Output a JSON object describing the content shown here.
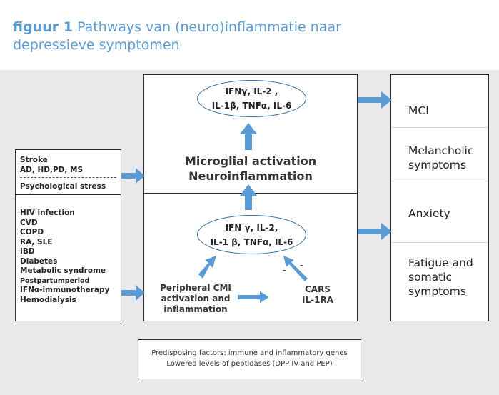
{
  "title": {
    "figure_label": "figuur 1",
    "line1_text": "Pathways van (neuro)inflammatie naar",
    "line2_text": "depressieve symptomen"
  },
  "left_panel": {
    "top_group": [
      "Stroke",
      "AD, HD,PD, MS",
      "Psychological stress"
    ],
    "bottom_group": [
      "HIV infection",
      "CVD",
      "COPD",
      "RA, SLE",
      "IBD",
      "Diabetes",
      "Metabolic syndrome",
      "Postpartumperiod",
      "IFNα-immunotherapy",
      "Hemodialysis"
    ]
  },
  "center": {
    "top_ellipse": [
      "IFNγ, IL-2 ,",
      "IL-1β, TNFα, IL-6"
    ],
    "headline": [
      "Microglial activation",
      "Neuroinflammation"
    ],
    "bottom_ellipse": [
      "IFN γ, IL-2,",
      "IL-1 β, TNFα, IL-6"
    ],
    "peripheral": [
      "Peripheral CMI",
      "activation and",
      "inflammation"
    ],
    "cars": [
      "CARS",
      "IL-1RA"
    ],
    "minus_signs": [
      "-",
      "-"
    ]
  },
  "right_panel": {
    "items": [
      "MCI",
      "Melancholic symptoms",
      "Anxiety",
      "Fatigue and somatic symptoms"
    ],
    "items_lines": [
      [
        "MCI"
      ],
      [
        "Melancholic",
        "symptoms"
      ],
      [
        "Anxiety"
      ],
      [
        "Fatigue and",
        "somatic",
        "symptoms"
      ]
    ]
  },
  "footer": {
    "line1": "Predisposing factors:   immune and   inflammatory genes",
    "line2": "Lowered  levels of peptidases (DPP IV and   PEP)"
  },
  "colors": {
    "title": "#5b9bd5",
    "arrow": "#5b9bd5",
    "ellipse_border": "#2d6aa6",
    "background_panel": "#ebe8ec"
  }
}
